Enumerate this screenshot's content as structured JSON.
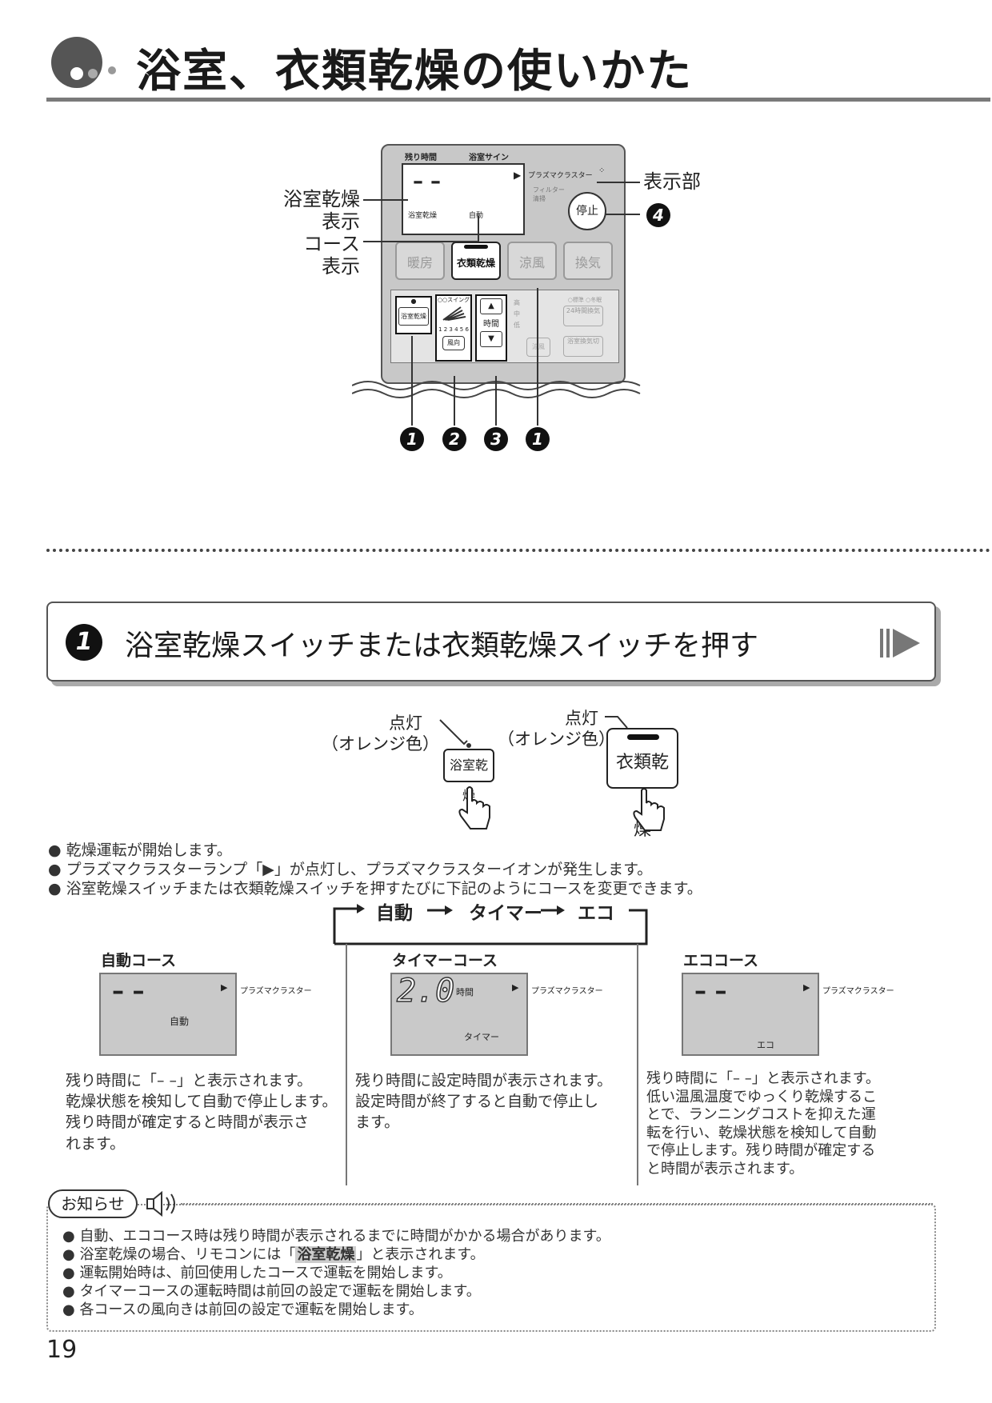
{
  "page": {
    "title": "浴室、衣類乾燥の使いかた",
    "page_number": "19"
  },
  "remote": {
    "lcd_top_labels": [
      "残り時間",
      "浴室サイン"
    ],
    "lcd_dashes": "– –",
    "lcd_mode": "浴室乾燥",
    "lcd_course": "自動",
    "plasma_label": "プラズマクラスター",
    "filter_label": "フィルター清掃",
    "stop_button": "停止",
    "buttons": [
      "暖房",
      "衣類乾燥",
      "涼風",
      "換気"
    ],
    "bath_dry_button": "浴室乾燥",
    "swing_label": "○○スイング",
    "swing_numbers": "1 2 3 4 5 6",
    "direction_button": "風向",
    "time_label": "時間",
    "right_panel": [
      "○標準 ○冬眠",
      "24時間換気",
      "浴室換気切"
    ],
    "fan_levels": [
      "高",
      "中",
      "低"
    ],
    "fan_button": "涼風"
  },
  "callouts": {
    "bath_display": "浴室乾燥\n表示",
    "course_display": "コース\n表示",
    "display_part": "表示部",
    "num4": "4",
    "bottom_numbers": [
      "1",
      "2",
      "3",
      "1"
    ]
  },
  "step": {
    "number": "1",
    "text": "浴室乾燥スイッチまたは衣類乾燥スイッチを押す"
  },
  "switch_demo": {
    "lit_label": "点灯",
    "color_label": "（オレンジ色）",
    "bath_switch": "浴室乾燥",
    "clothes_switch": "衣類乾燥"
  },
  "bullets": [
    "乾燥運転が開始します。",
    "プラズマクラスターランプ「▶」が点灯し、プラズマクラスターイオンが発生します。",
    "浴室乾燥スイッチまたは衣類乾燥スイッチを押すたびに下記のようにコースを変更できます。"
  ],
  "cycle": [
    "自動",
    "タイマー",
    "エコ"
  ],
  "courses": [
    {
      "title": "自動コース",
      "lcd_main": "– –",
      "lcd_sub": "自動",
      "plasma": "プラズマクラスター",
      "desc": [
        "残り時間に「– –」と表示されます。",
        "乾燥状態を検知して自動で停止します。",
        "残り時間が確定すると時間が表示さ",
        "れます。"
      ]
    },
    {
      "title": "タイマーコース",
      "lcd_main": "2.0",
      "lcd_unit": "時間",
      "lcd_sub": "タイマー",
      "plasma": "プラズマクラスター",
      "desc": [
        "残り時間に設定時間が表示されます。",
        "設定時間が終了すると自動で停止し",
        "ます。"
      ]
    },
    {
      "title": "エココース",
      "lcd_main": "– –",
      "lcd_sub": "エコ",
      "plasma": "プラズマクラスター",
      "desc": [
        "残り時間に「– –」と表示されます。",
        "低い温風温度でゆっくり乾燥するこ",
        "とで、ランニングコストを抑えた運",
        "転を行い、乾燥状態を検知して自動",
        "で停止します。残り時間が確定する",
        "と時間が表示されます。"
      ]
    }
  ],
  "notice": {
    "badge": "お知らせ",
    "items": [
      "自動、エココース時は残り時間が表示されるまでに時間がかかる場合があります。",
      "浴室乾燥の場合、リモコンには「浴室乾燥」と表示されます。",
      "運転開始時は、前回使用したコースで運転を開始します。",
      "タイマーコースの運転時間は前回の設定で運転を開始します。",
      "各コースの風向きは前回の設定で運転を開始します。"
    ],
    "item2_pre": "浴室乾燥の場合、リモコンには「",
    "item2_hl": "浴室乾燥",
    "item2_post": "」と表示されます。"
  },
  "colors": {
    "rule": "#7a7a7a",
    "panel": "#c8c8c8",
    "text": "#222222"
  }
}
